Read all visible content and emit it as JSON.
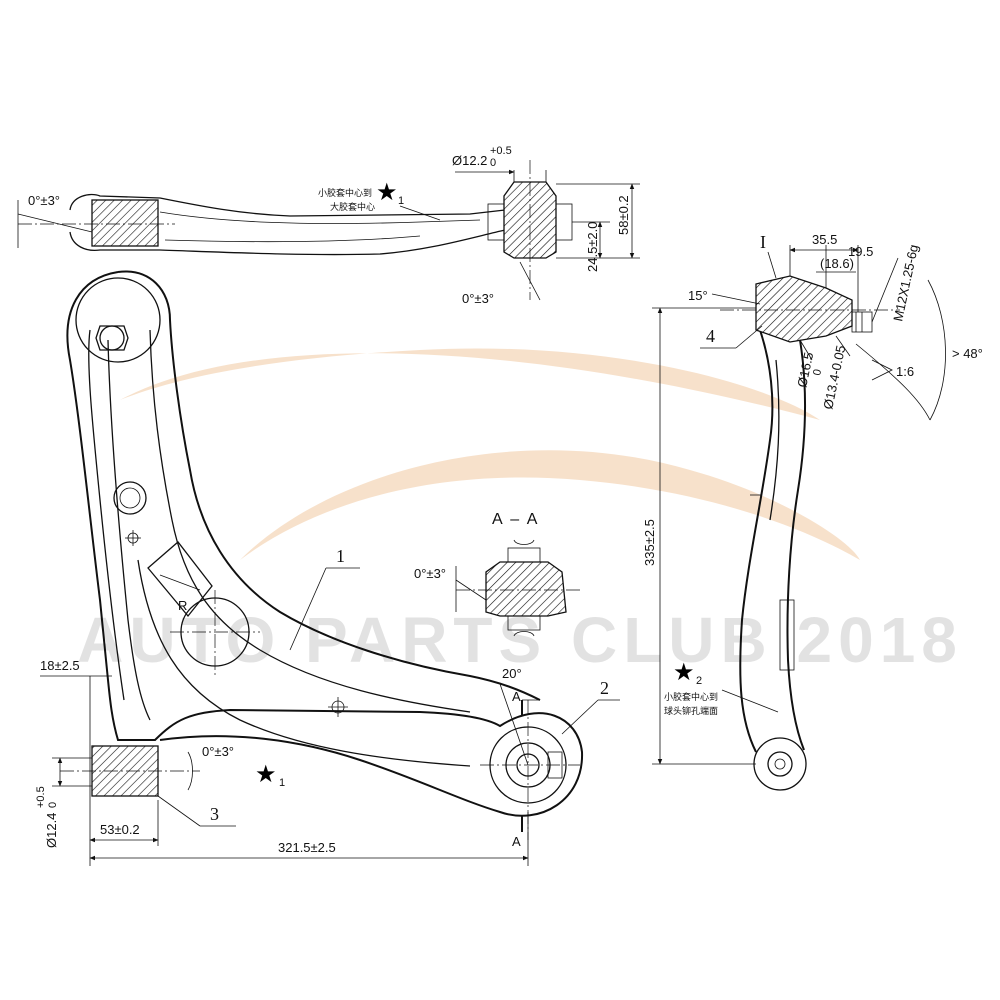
{
  "watermark": {
    "text": "AUTO PARTS CLUB 2018",
    "logo_color": "#f1c9a0"
  },
  "top_view": {
    "angle_left": "0°±3°",
    "angle_bottom": "0°±3°",
    "dia": "Ø12.2",
    "dia_tol_up": "+0.5",
    "dia_tol_low": "0",
    "dim_height_1": "24.5±2.0",
    "dim_height_2": "58±0.2",
    "note_line1": "小胶套中心到",
    "note_line2": "大胶套中心",
    "star_mark": "1"
  },
  "main_view": {
    "dim_18": "18±2.5",
    "dim_53": "53±0.2",
    "dim_321": "321.5±2.5",
    "dia_124": "Ø12.4",
    "dia_124_tol_up": "+0.5",
    "dia_124_tol_low": "0",
    "angle_bush": "0°±3°",
    "angle_20": "20°",
    "section_mark": "A",
    "radius_mark": "R",
    "star_mark": "1",
    "callout_1": "1",
    "callout_2": "2",
    "callout_3": "3"
  },
  "section_view": {
    "title": "A – A",
    "angle": "0°±3°"
  },
  "side_view": {
    "label_I": "I",
    "callout_4": "4",
    "angle_15": "15°",
    "dim_355": "35.5",
    "dim_195": "19.5",
    "dim_186": "(18.6)",
    "thread": "M12X1.25-6g",
    "dia_165": "Ø16.5",
    "dia_134": "Ø13.4-0.05",
    "dia_134_tol_up": "0",
    "taper": "1:6",
    "angle_48": "> 48°",
    "dim_335": "335±2.5",
    "star_mark": "2",
    "note_line1": "小胶套中心到",
    "note_line2": "球头铆孔端面"
  }
}
